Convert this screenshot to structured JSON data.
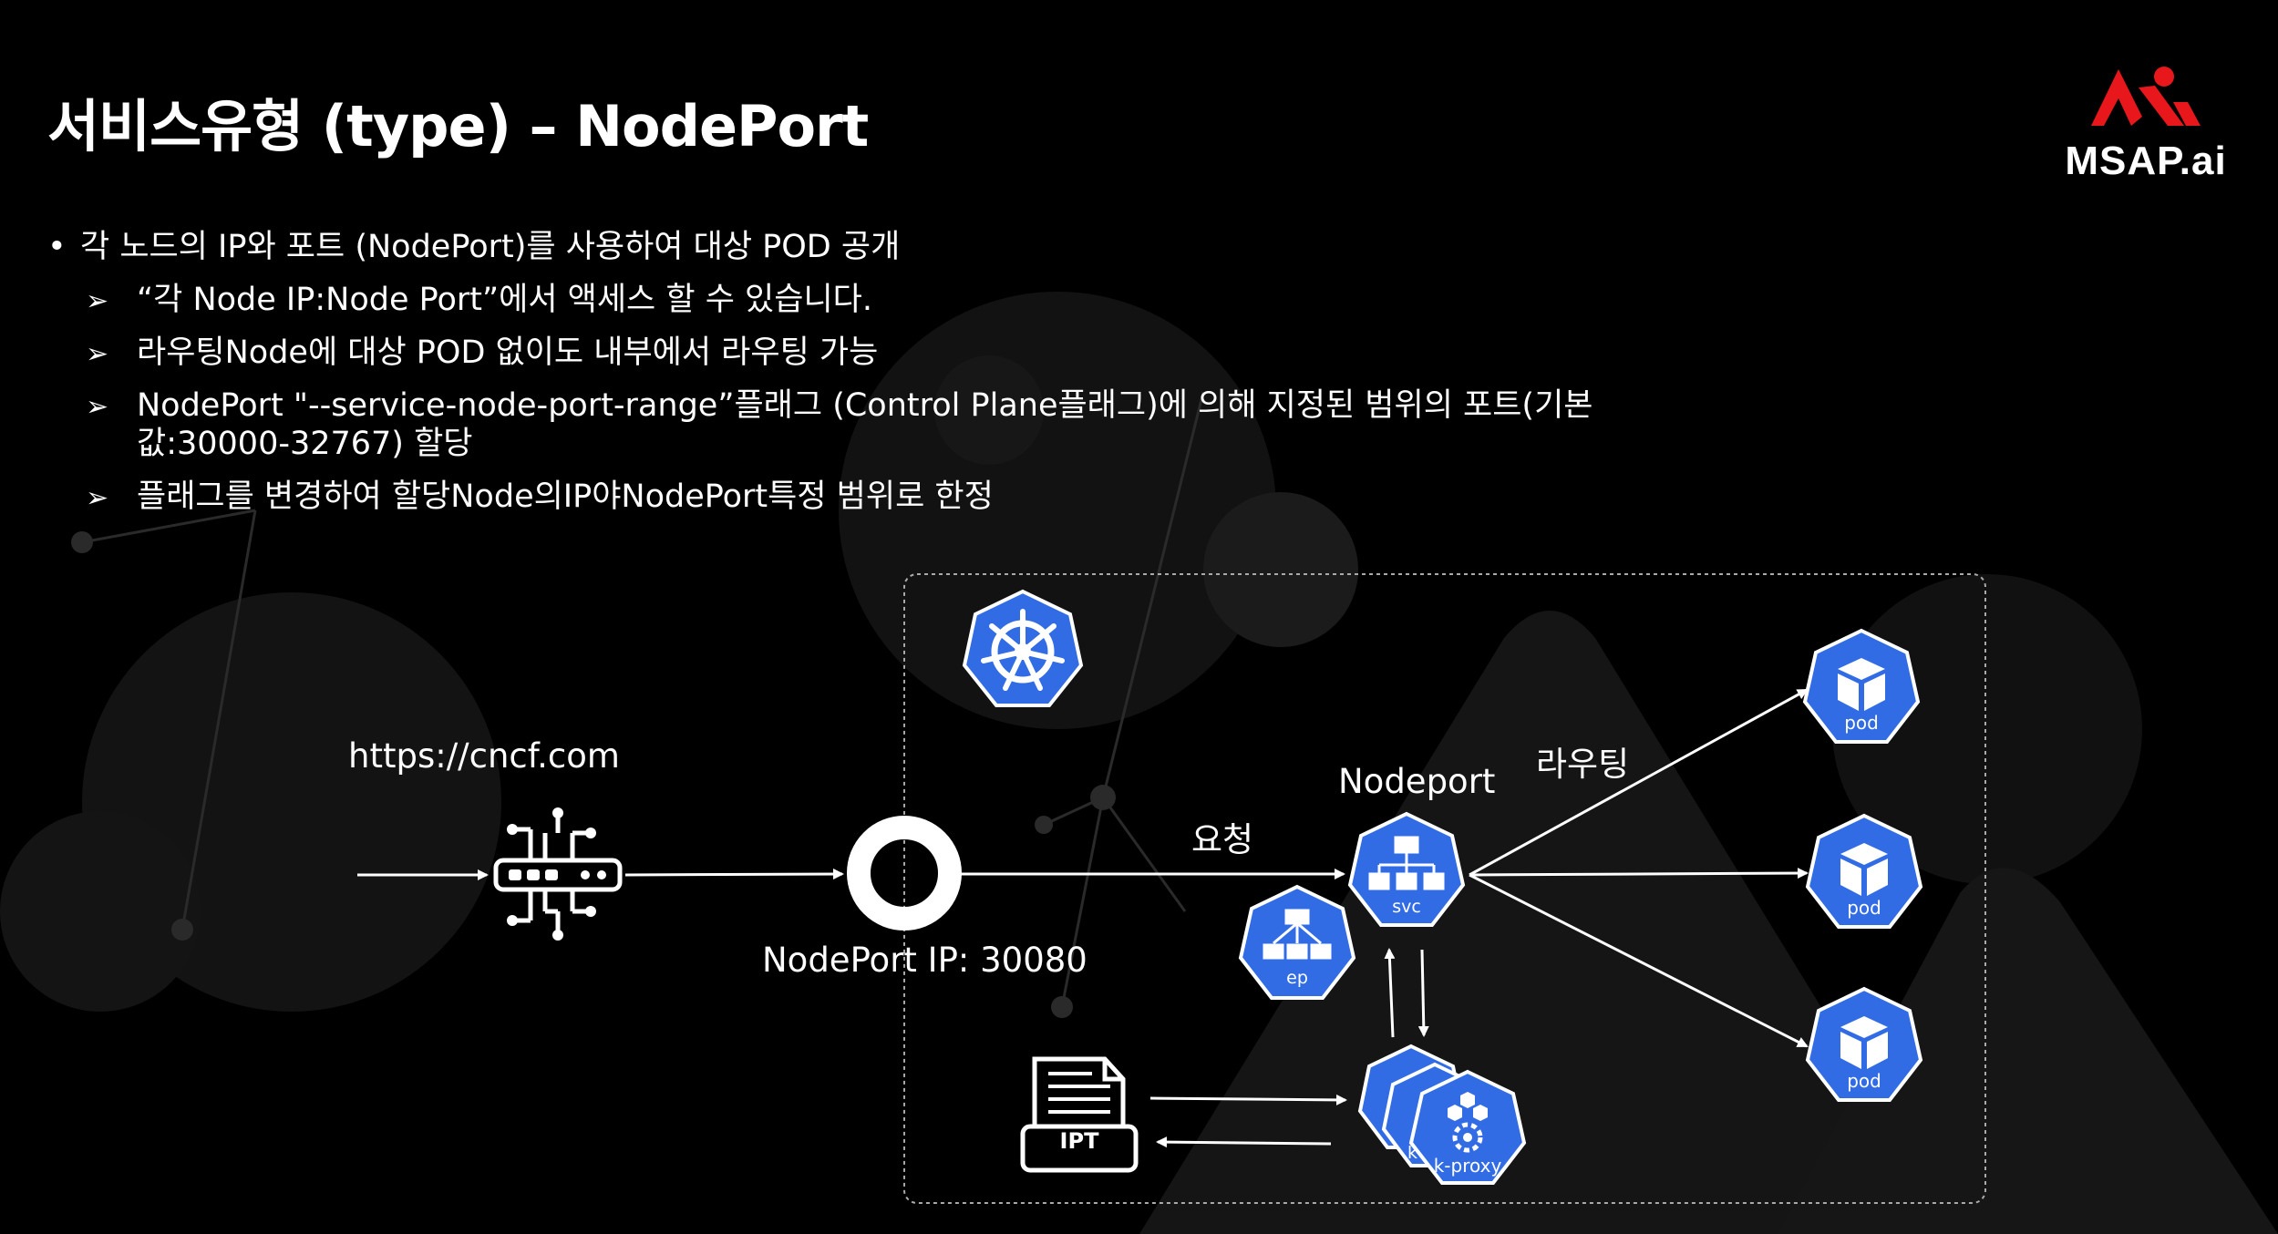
{
  "title": "서비스유형 (type) – NodePort",
  "logo": {
    "text": "MSAP.ai",
    "brand_color": "#e8171c"
  },
  "bullets": {
    "main": "각 노드의 IP와 포트 (NodePort)를 사용하여 대상 POD 공개",
    "items": [
      "“각 Node IP:Node Port”에서 액세스 할 수 있습니다.",
      "라우팅Node에 대상 POD 없이도 내부에서 라우팅 가능",
      "NodePort \"--service-node-port-range”플래그 (Control Plane플래그)에 의해 지정된 범위의 포트(기본",
      "값:30000-32767) 할당",
      "플래그를 변경하여 할당Node의IP야NodePort특정 범위로 한정"
    ]
  },
  "diagram": {
    "url_label": "https://cncf.com",
    "nodeport_ip_label": "NodePort IP: 30080",
    "request_label": "요청",
    "nodeport_label": "Nodeport",
    "routing_label": "라우팅",
    "svc_label": "svc",
    "ep_label": "ep",
    "ipt_label": "IPT",
    "kproxy_label": "k-proxy",
    "kproxy_partial": "k",
    "pod_labels": [
      "pod",
      "pod",
      "pod"
    ],
    "k8s_blue": "#326ce5"
  }
}
